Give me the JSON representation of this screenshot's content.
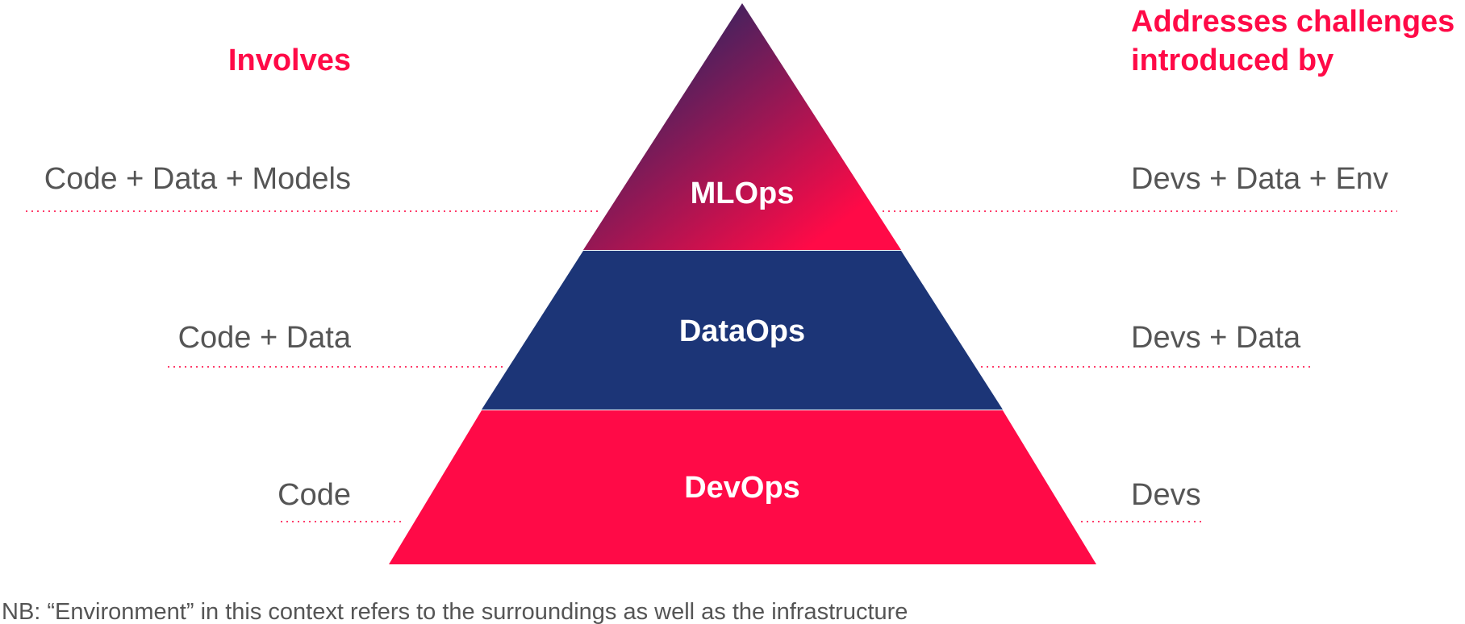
{
  "headers": {
    "left": "Involves",
    "right_lines": [
      "Addresses challenges",
      "introduced by"
    ]
  },
  "levels": [
    {
      "name": "MLOps",
      "involves": "Code + Data + Models",
      "addresses": "Devs + Data + Env"
    },
    {
      "name": "DataOps",
      "involves": "Code + Data",
      "addresses": "Devs + Data"
    },
    {
      "name": "DevOps",
      "involves": "Code",
      "addresses": "Devs"
    }
  ],
  "note": "NB: “Environment” in this context refers to the surroundings as well as the infrastructure",
  "colors": {
    "accent": "#ff0a47",
    "side_text": "#555555",
    "level_text": "#ffffff",
    "mlops_top": "#3a2360",
    "mlops_bottom": "#ff0a47",
    "dataops": "#1c3577",
    "devops": "#ff0a47",
    "dots": "#ff3c6a"
  }
}
